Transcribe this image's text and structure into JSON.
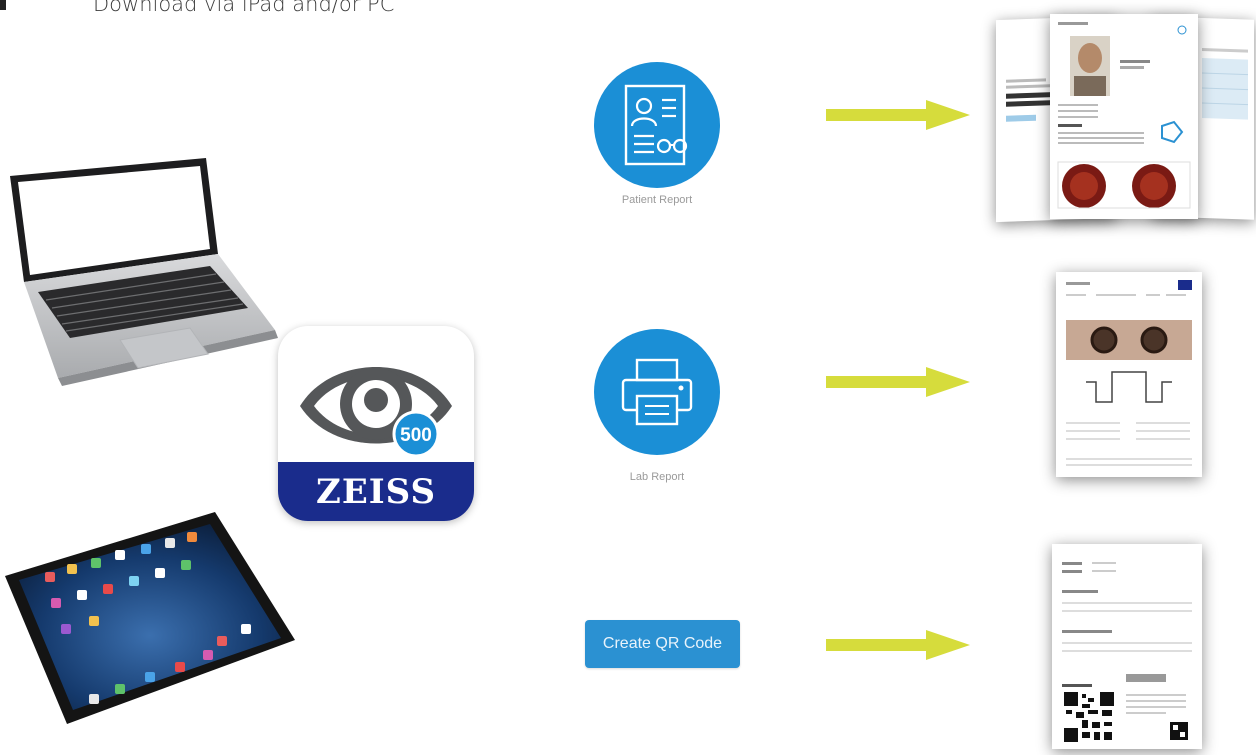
{
  "header": {
    "text": "Download via iPad and/or PC"
  },
  "app_icon": {
    "badge": "500",
    "brand": "ZEISS"
  },
  "patient_report": {
    "label": "Patient Report"
  },
  "lab_report": {
    "label": "Lab Report"
  },
  "qr_button": {
    "label": "Create QR Code"
  },
  "colors": {
    "accent_blue": "#1b8fd6",
    "zeiss_blue": "#1a2c8c",
    "arrow_yellow": "#d6dc3c"
  },
  "icons": [
    "bullet-icon",
    "laptop-icon",
    "tablet-icon",
    "eye-icon",
    "document-glasses-icon",
    "printer-icon",
    "arrow-right-icon",
    "qr-code-icon"
  ]
}
